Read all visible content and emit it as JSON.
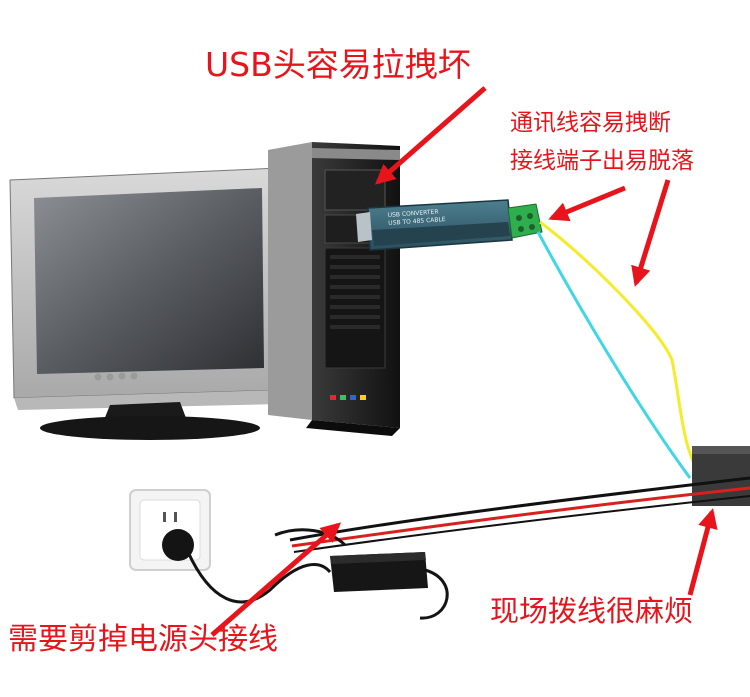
{
  "labels": {
    "usb_head": "USB头容易拉拽坏",
    "wire_break": "通讯线容易拽断",
    "terminal_fall": "接线端子出易脱落",
    "power_cut": "需要剪掉电源头接线",
    "field_wiring": "现场拨线很麻烦"
  },
  "converter": {
    "line1": "USB CONVERTER",
    "line2": "USB TO 485 CABLE"
  },
  "colors": {
    "annotation": "#e8141b",
    "wire_yellow": "#f4ec2a",
    "wire_cyan": "#3fd6e8",
    "wire_black": "#111111",
    "wire_red": "#d6211f",
    "terminal_green": "#2fae4d",
    "converter_body": "#3b6a7a"
  },
  "icons": [
    "monitor-icon",
    "computer-tower-icon",
    "usb-converter-icon",
    "wall-socket-icon",
    "power-adapter-icon",
    "junction-box-icon"
  ]
}
